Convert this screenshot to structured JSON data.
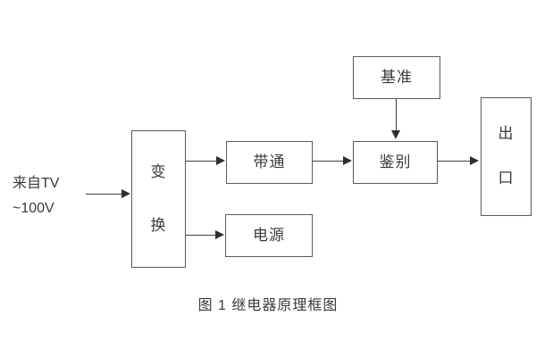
{
  "figure": {
    "caption": "图 1  继电器原理框图",
    "background_color": "#ffffff",
    "box_border_color": "#5a5a5a",
    "line_color": "#3f3f3f",
    "text_color": "#3b3b3b"
  },
  "input": {
    "line1": "来自TV",
    "line2": "~100V"
  },
  "blocks": {
    "convert": {
      "label": "变换",
      "line1": "变",
      "line2": "换"
    },
    "bandpass": {
      "label": "带通"
    },
    "power": {
      "label": "电源"
    },
    "reference": {
      "label": "基准"
    },
    "discriminate": {
      "label": "鉴别"
    },
    "output": {
      "label": "出口",
      "line1": "出",
      "line2": "口"
    }
  },
  "connections": [
    {
      "from": "input-source",
      "to": "convert",
      "direction": "right"
    },
    {
      "from": "convert",
      "to": "bandpass",
      "direction": "right"
    },
    {
      "from": "convert",
      "to": "power",
      "direction": "right"
    },
    {
      "from": "bandpass",
      "to": "discriminate",
      "direction": "right"
    },
    {
      "from": "reference",
      "to": "discriminate",
      "direction": "down"
    },
    {
      "from": "discriminate",
      "to": "output",
      "direction": "right"
    }
  ]
}
